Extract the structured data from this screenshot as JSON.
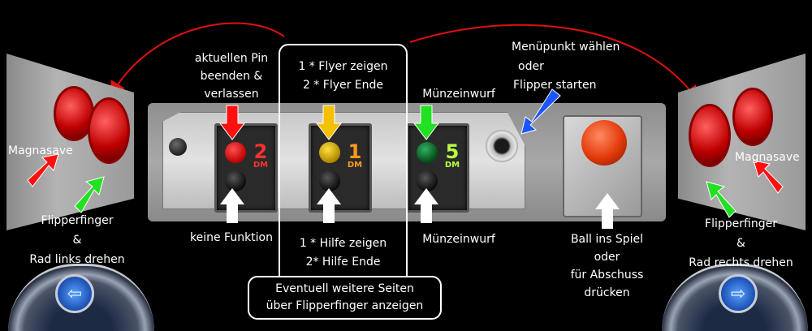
{
  "labels": {
    "pin_abort": [
      "aktuellen Pin",
      "beenden &",
      "verlassen"
    ],
    "flyer": [
      "1 * Flyer zeigen",
      "2 * Flyer Ende"
    ],
    "coin_top": "Münzeinwurf",
    "menu": [
      "Menüpunkt wählen",
      "oder",
      "Flipper starten"
    ],
    "magnasave_left": "Magnasave",
    "magnasave_right": "Magnasave",
    "flipper_left": [
      "Flipperfinger",
      "&",
      "Rad links drehen"
    ],
    "flipper_right": [
      "Flipperfinger",
      "&",
      "Rad rechts drehen"
    ],
    "no_function": "keine Funktion",
    "help": [
      "1 * Hilfe zeigen",
      "2* Hilfe Ende"
    ],
    "coin_bottom": "Münzeinwurf",
    "ball": [
      "Ball ins Spiel",
      "oder",
      "für Abschuss",
      "drücken"
    ],
    "more_pages": [
      "Eventuell weitere Seiten",
      "über Flipperfinger anzeigen"
    ]
  },
  "coin_units": [
    {
      "value": "2",
      "unit": "DM"
    },
    {
      "value": "1",
      "unit": "DM"
    },
    {
      "value": "5",
      "unit": "DM"
    }
  ],
  "colors": {
    "arrow_red": "#ff1010",
    "arrow_yellow": "#f5c000",
    "arrow_green": "#22e022",
    "arrow_blue": "#1a55ff",
    "arrow_white": "#ffffff",
    "lamp_red": "#e00000",
    "lamp_yellow": "#d8b000",
    "lamp_green": "#0a7a2a",
    "coin_red_text": "#ff3030",
    "coin_orange_text": "#ff9a20",
    "coin_green_text": "#b8ff40"
  }
}
